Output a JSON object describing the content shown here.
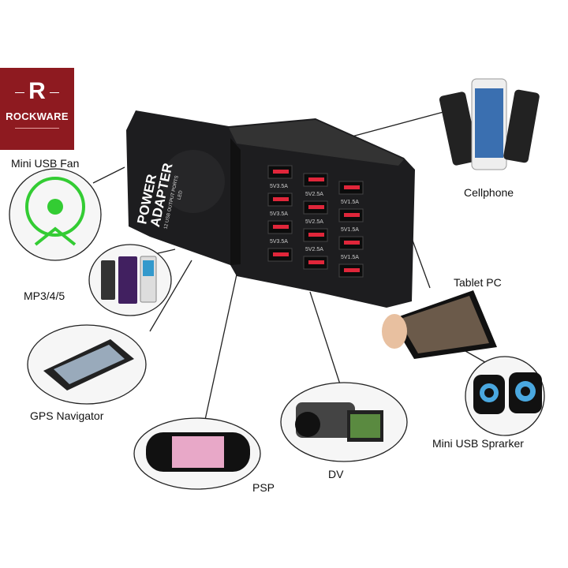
{
  "brand": {
    "logo_letter": "R",
    "logo_text": "ROCKWARE",
    "color": "#8e1a20"
  },
  "adapter": {
    "title_line1": "POWER",
    "title_line2": "ADAPTER",
    "subtitle": "12 USB OUTPUT PORTS",
    "led": "LED",
    "port_labels": [
      "5V3.5A",
      "5V3.5A",
      "5V3.5A",
      "5V2.5A",
      "5V2.5A",
      "5V2.5A",
      "5V1.5A",
      "5V1.5A",
      "5V1.5A"
    ]
  },
  "devices": {
    "fan": "Mini USB Fan",
    "cellphone": "Cellphone",
    "mp3": "MP3/4/5",
    "tablet": "Tablet PC",
    "gps": "GPS Navigator",
    "speaker": "Mini USB Sprarker",
    "psp": "PSP",
    "dv": "DV"
  }
}
